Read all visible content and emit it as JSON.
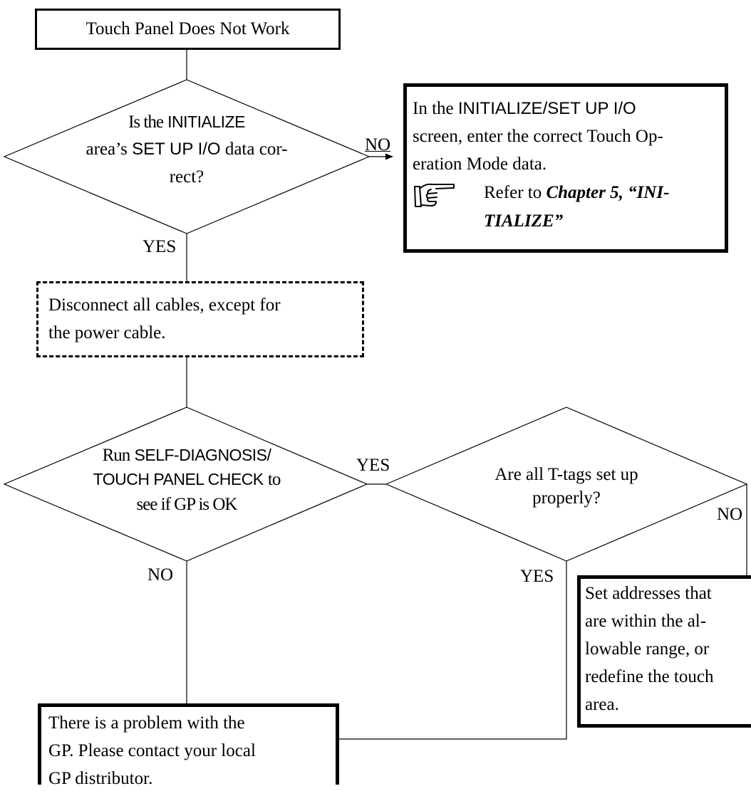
{
  "nodes": {
    "start": {
      "text": "Touch Panel Does Not Work"
    },
    "q_initialize": {
      "line1_pre": "Is the",
      "line1_kw": "INITIALIZE",
      "line2_pre": "area’s",
      "line2_kw": "SET UP I/O",
      "line2_post": "data cor-",
      "line3": "rect?"
    },
    "fix_initialize": {
      "line1_pre": "In the",
      "line1_kw": "INITIALIZE/SET UP I/O",
      "line2": "screen, enter the correct Touch Op-",
      "line3": "eration Mode data.",
      "ref_pre": "Refer to",
      "ref_bold_1": "Chapter 5, “INI-",
      "ref_bold_2": "TIALIZE”",
      "ref_icon": "pointing-hand-icon"
    },
    "disconnect": {
      "line1": "Disconnect all cables, except for",
      "line2": "the power cable."
    },
    "q_selfdiag": {
      "line1_pre": "Run",
      "line1_kw": "SELF-DIAGNOSIS/",
      "line2_kw": "TOUCH PANEL CHECK",
      "line2_post": "to",
      "line3": "see if GP is OK"
    },
    "q_ttags": {
      "line1": "Are all T-tags set up",
      "line2": "properly?"
    },
    "contact": {
      "line1": "There is a problem with the",
      "line2": "GP.  Please contact your local",
      "line3": "GP distributor."
    },
    "set_addresses": {
      "line1": "Set addresses that",
      "line2": "are within the al-",
      "line3": "lowable range, or",
      "line4": "redefine the touch",
      "line5": "area."
    }
  },
  "edge_labels": {
    "no_1": "NO",
    "yes_1": "YES",
    "yes_2": "YES",
    "no_2": "NO",
    "no_3": "NO",
    "yes_3": "YES"
  }
}
